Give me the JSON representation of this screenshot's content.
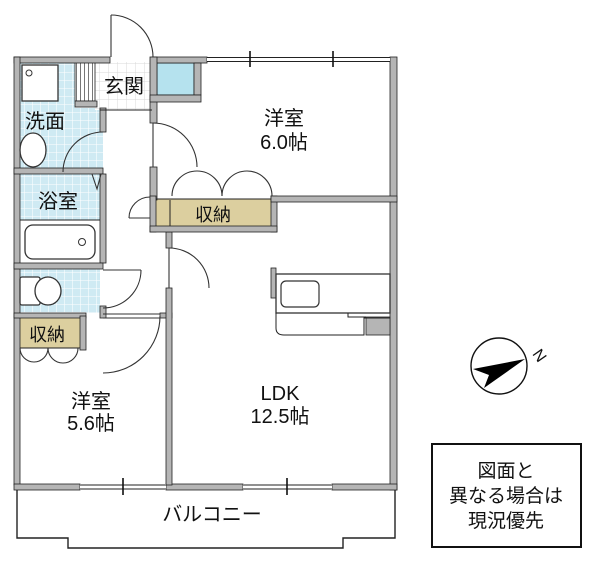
{
  "floor_plan": {
    "rooms": {
      "genkan": {
        "label": "玄関"
      },
      "washroom": {
        "label": "洗面"
      },
      "bathroom": {
        "label": "浴室"
      },
      "closet_hall": {
        "label": "収納"
      },
      "closet_west": {
        "label": "収納"
      },
      "western6": {
        "label": "洋室",
        "size": "6.0帖"
      },
      "western56": {
        "label": "洋室",
        "size": "5.6帖"
      },
      "ldk": {
        "label": "LDK",
        "size": "12.5帖"
      },
      "balcony": {
        "label": "バルコニー"
      }
    },
    "compass": {
      "label": "N"
    },
    "disclaimer": {
      "lines": [
        "図面と",
        "異なる場合は",
        "現況優先"
      ]
    },
    "colors": {
      "wall_gray": "#b5b5b5",
      "tile_blue": "#cfeaf3",
      "closet_tan": "#dccf9f",
      "accent_blue": "#b5e2ee",
      "line_black": "#222222"
    }
  }
}
